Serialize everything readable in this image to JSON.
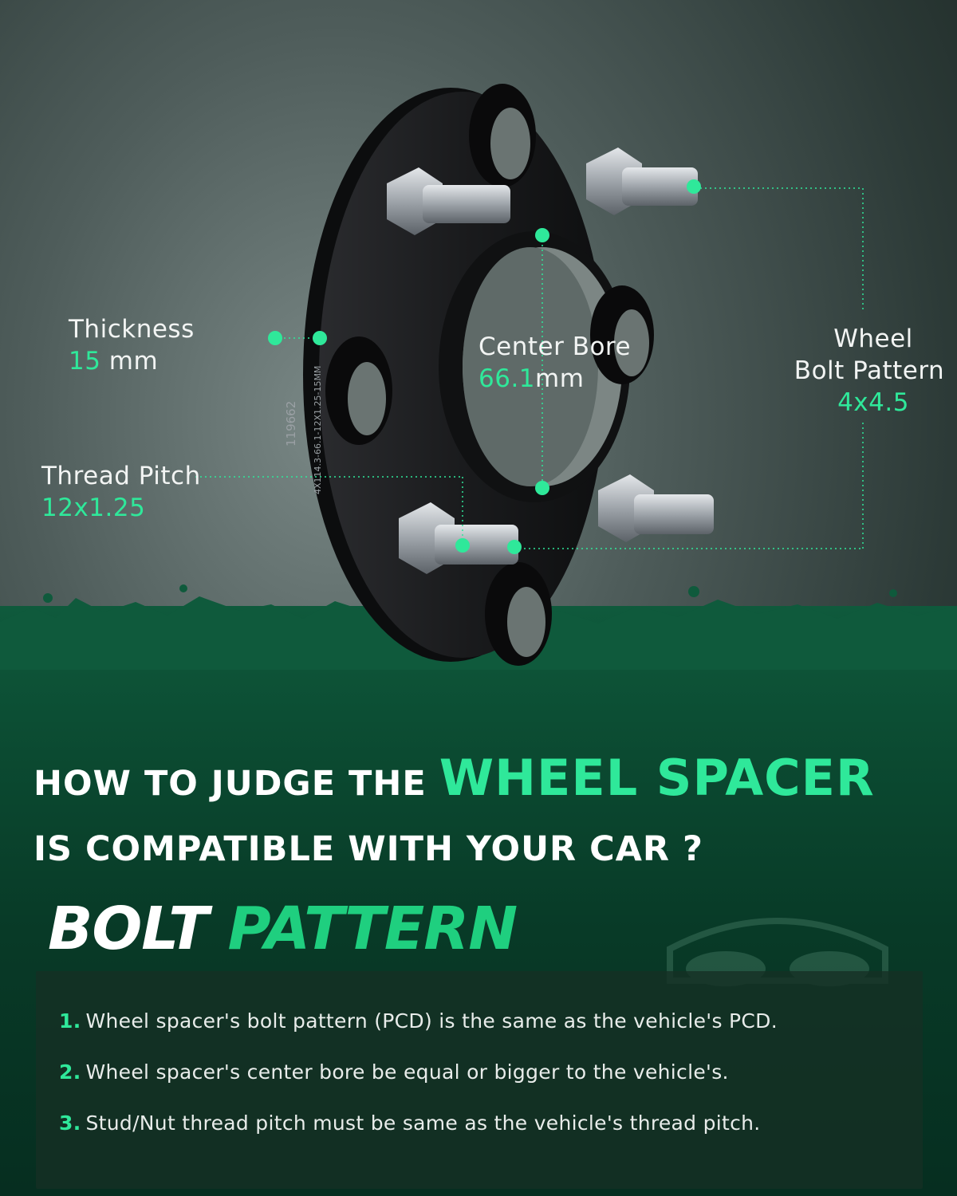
{
  "specs": {
    "thickness": {
      "label": "Thickness",
      "value": "15",
      "unit": " mm"
    },
    "thread_pitch": {
      "label": "Thread Pitch",
      "value": "12x1.25"
    },
    "center_bore": {
      "label": "Center Bore",
      "value": "66.1",
      "unit": "mm"
    },
    "bolt_pattern": {
      "label_line1": "Wheel",
      "label_line2": "Bolt Pattern",
      "value": "4x4.5"
    }
  },
  "engraving": {
    "part_number": "119662",
    "spec_code": "4X114.3-66.1-12X1.25-15MM"
  },
  "headline": {
    "part1": "HOW TO JUDGE THE ",
    "highlight": "WHEEL SPACER",
    "line2": "IS COMPATIBLE WITH YOUR CAR ?"
  },
  "section": {
    "word1": "BOLT",
    "word2": "PATTERN"
  },
  "rules": [
    {
      "num": "1.",
      "text": "Wheel spacer's bolt pattern (PCD) is the same as the vehicle's PCD."
    },
    {
      "num": "2.",
      "text": "Wheel spacer's center bore be equal or bigger to the vehicle's."
    },
    {
      "num": "3.",
      "text": "Stud/Nut thread pitch must be same as the vehicle's thread pitch."
    }
  ],
  "colors": {
    "accent": "#2fe89a",
    "background_green": "#0b4a31",
    "spacer_black": "#1a1b1d"
  }
}
